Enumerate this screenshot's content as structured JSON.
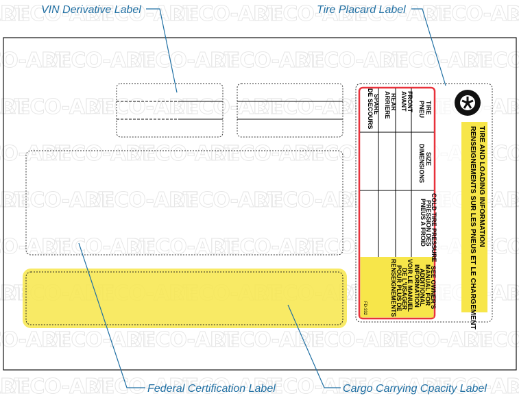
{
  "watermark": "DECO-ART",
  "callouts": {
    "vin": "VIN Derivative Label",
    "tire_placard": "Tire Placard Label",
    "federal": "Federal Certification Label",
    "cargo": "Cargo Carrying Cpacity Label"
  },
  "placard": {
    "title_en": "TIRE AND LOADING INFORMATION",
    "title_fr": "RENSEIGNEMENTS SUR LES PNEUS ET LE CHARGEMENT",
    "col_tire": [
      "TIRE",
      "PNEU"
    ],
    "row_front": [
      "FRONT",
      "AVANT"
    ],
    "row_rear": [
      "REAR",
      "ARRIERE"
    ],
    "row_spare": [
      "SPARE",
      "DE SECOURS"
    ],
    "col_size": [
      "SIZE",
      "DIMENSIONS"
    ],
    "col_pressure": [
      "COLD TIRE PRESSURE",
      "PRESSION DES",
      "PNEUS A FROID"
    ],
    "note": [
      "SEE OWNER'S",
      "MANUAL FOR",
      "ADDITIONAL",
      "INFORMATION",
      "VOIR LE MANUEL",
      "DE L'USAGER",
      "POUR PLUS DE",
      "RENSEIGNEMENTS"
    ],
    "code": "FD-332",
    "icon": "tire-icon"
  },
  "colors": {
    "callout": "#1f6fa3",
    "yellow": "#f7e64a",
    "placard_border": "#e8313a"
  }
}
